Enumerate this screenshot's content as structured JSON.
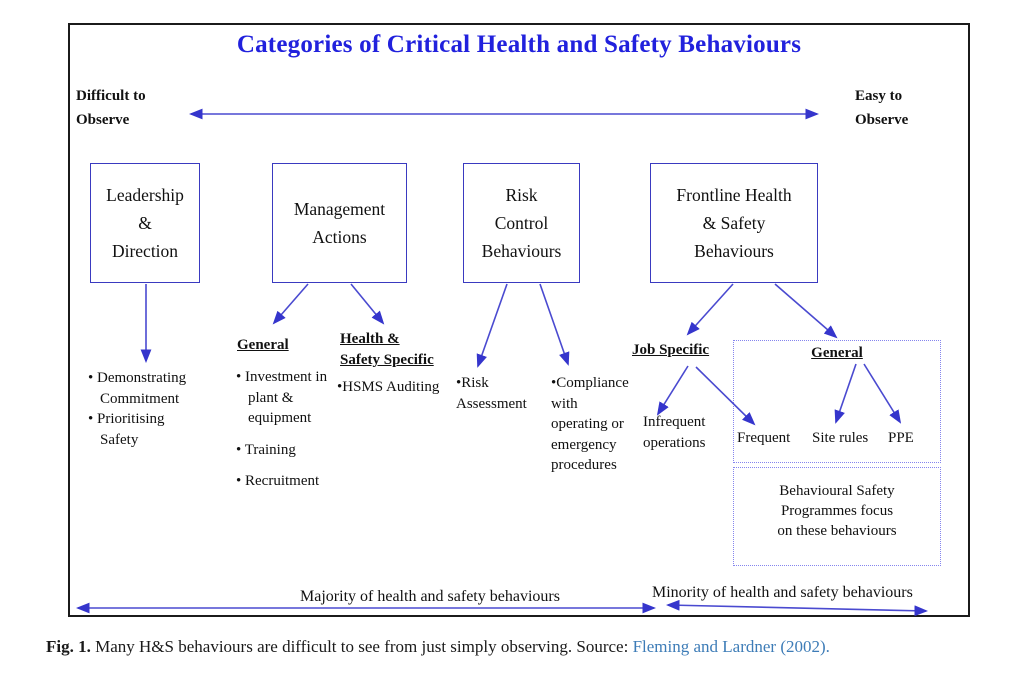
{
  "title": "Categories of Critical Health and Safety Behaviours",
  "spectrum": {
    "left_line1": "Difficult to",
    "left_line2": "Observe",
    "right_line1": "Easy to",
    "right_line2": "Observe"
  },
  "boxes": {
    "leadership": {
      "l1": "Leadership",
      "l2": "&",
      "l3": "Direction"
    },
    "management": {
      "l1": "Management",
      "l2": "Actions"
    },
    "risk": {
      "l1": "Risk",
      "l2": "Control",
      "l3": "Behaviours"
    },
    "frontline": {
      "l1": "Frontline Health",
      "l2": "& Safety",
      "l3": "Behaviours"
    }
  },
  "leadership_list": {
    "item1": "• Demonstrating Commitment",
    "item2": "• Prioritising Safety"
  },
  "management_general": {
    "heading": "General",
    "item1": "• Investment in plant & equipment",
    "item2": "• Training",
    "item3": "• Recruitment"
  },
  "management_hs": {
    "heading_line1": "Health &",
    "heading_line2": "Safety Specific",
    "item1": "•HSMS Auditing"
  },
  "risk_control": {
    "item1": "•Risk Assessment",
    "item2": "•Compliance with operating or emergency procedures"
  },
  "frontline_job": {
    "heading": "Job Specific",
    "infrequent": "Infrequent operations",
    "frequent": "Frequent"
  },
  "frontline_general": {
    "heading": "General",
    "site_rules": "Site rules",
    "ppe": "PPE"
  },
  "behavioural_note": {
    "line1": "Behavioural Safety",
    "line2": "Programmes focus",
    "line3": "on these behaviours"
  },
  "bottom": {
    "majority": "Majority of health and safety behaviours",
    "minority": "Minority of health and safety behaviours"
  },
  "caption": {
    "label": "Fig. 1.",
    "body": "Many H&S behaviours are difficult to see from just simply observing. Source:",
    "source_link": "Fleming and Lardner (2002)."
  },
  "colors": {
    "title_blue": "#2121dd",
    "box_border_blue": "#3a3ac0",
    "arrow_blue": "#4a4ad0",
    "dashed_blue": "#8585ee",
    "link_blue": "#3d7cb7",
    "border_black": "#1b1b1b"
  }
}
